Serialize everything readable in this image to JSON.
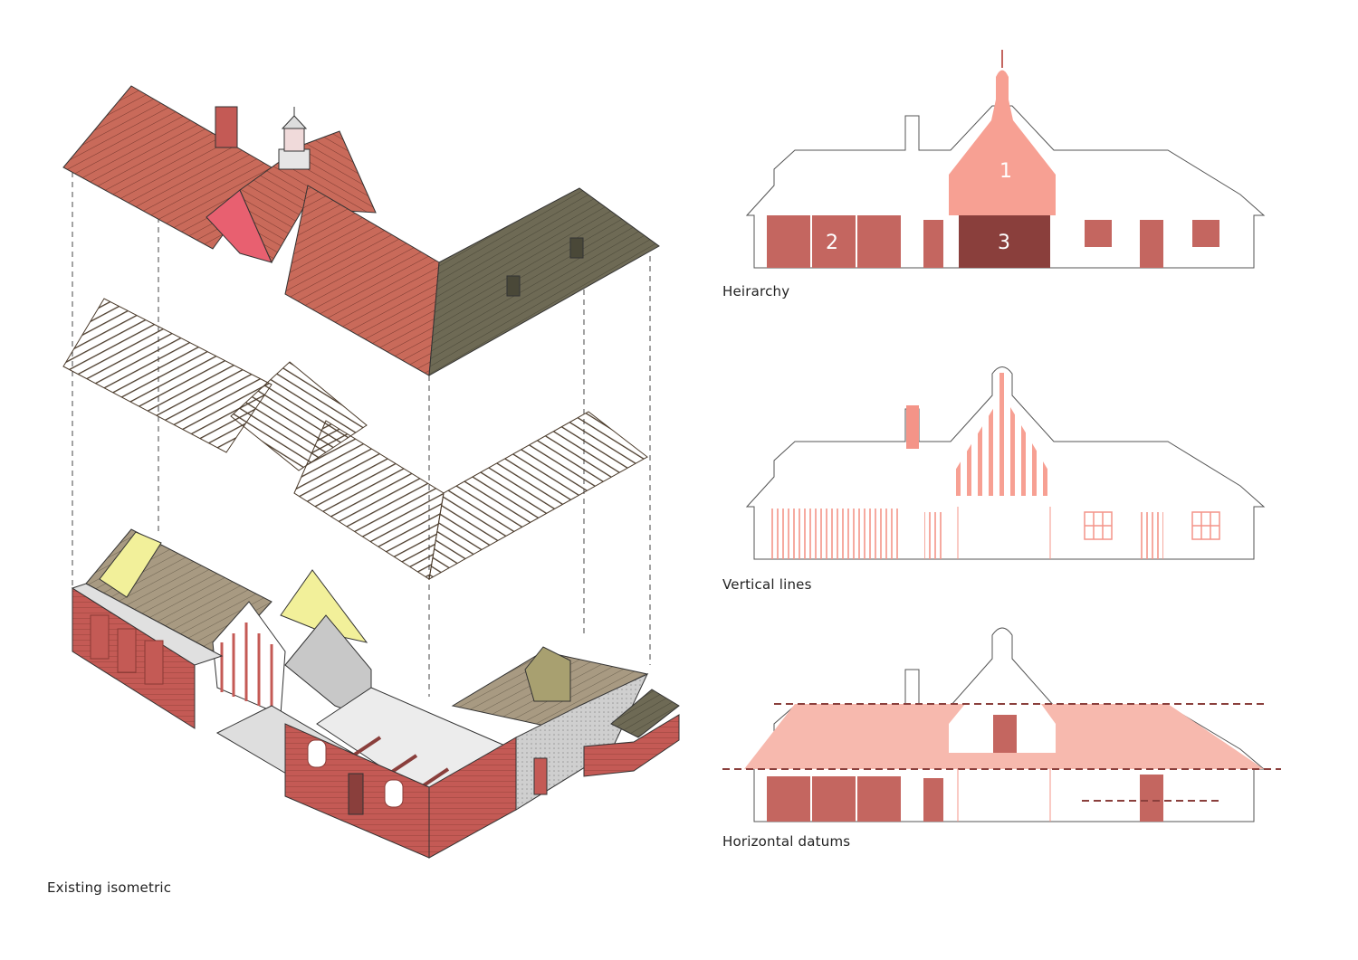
{
  "captions": {
    "isometric": "Existing isometric",
    "hierarchy": "Heirarchy",
    "vertical": "Vertical lines",
    "datums": "Horizontal datums"
  },
  "hierarchy_numbers": [
    "1",
    "2",
    "3"
  ],
  "colors": {
    "roof_tile": "#c96a5a",
    "roof_green": "#6e6a55",
    "brick": "#c45a55",
    "accent_light": "#f7a093",
    "accent_mid": "#c46660",
    "accent_dark": "#8a3f3c",
    "datum_light": "#f7b9ae",
    "timber": "#4a3a2a",
    "highlight_yellow": "#f2f09a"
  }
}
